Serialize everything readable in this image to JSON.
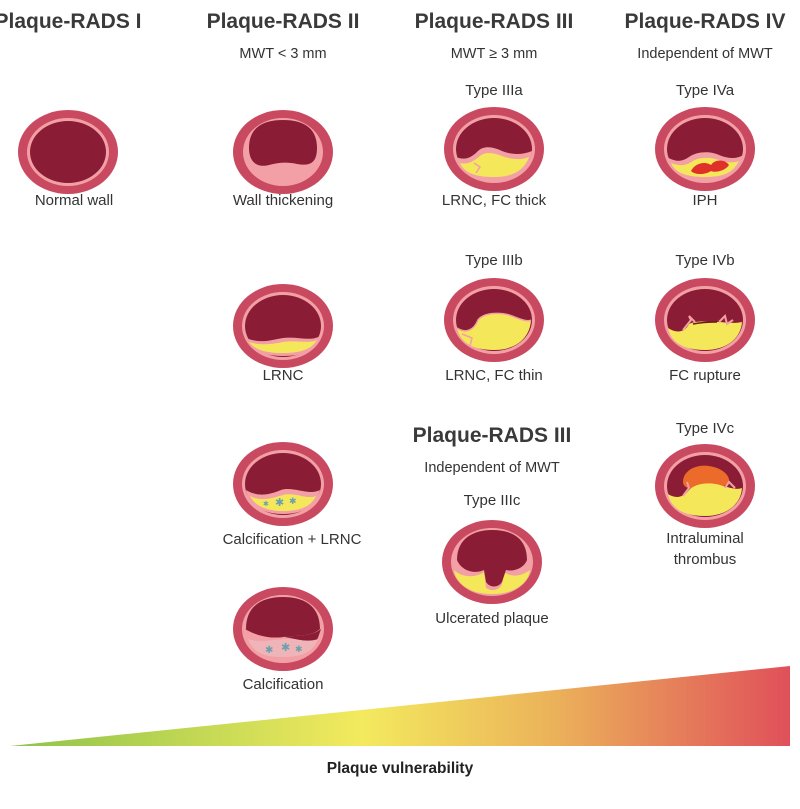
{
  "columns": [
    {
      "title": "Plaque-RADS I",
      "subtitle": ""
    },
    {
      "title": "Plaque-RADS II",
      "subtitle": "MWT < 3 mm"
    },
    {
      "title": "Plaque-RADS III",
      "subtitle": "MWT ≥ 3 mm"
    },
    {
      "title": "Plaque-RADS IV",
      "subtitle": "Independent of MWT"
    }
  ],
  "sub_section": {
    "title": "Plaque-RADS III",
    "subtitle": "Independent of MWT"
  },
  "items": {
    "normal_wall": {
      "type": "",
      "caption": "Normal wall"
    },
    "wall_thickening": {
      "type": "",
      "caption": "Wall thickening"
    },
    "lrnc": {
      "type": "",
      "caption": "LRNC"
    },
    "calc_lrnc": {
      "type": "",
      "caption": "Calcification + LRNC"
    },
    "calcification": {
      "type": "",
      "caption": "Calcification"
    },
    "type_3a": {
      "type": "Type IIIa",
      "caption": "LRNC, FC thick"
    },
    "type_3b": {
      "type": "Type IIIb",
      "caption": "LRNC, FC thin"
    },
    "type_3c": {
      "type": "Type IIIc",
      "caption": "Ulcerated plaque"
    },
    "type_4a": {
      "type": "Type IVa",
      "caption": "IPH"
    },
    "type_4b": {
      "type": "Type IVb",
      "caption": "FC rupture"
    },
    "type_4c": {
      "type": "Type IVc",
      "caption_line1": "Intraluminal",
      "caption_line2": "thrombus"
    }
  },
  "vulnerability_scale": {
    "label": "Plaque vulnerability",
    "colors": [
      "#8cc34a",
      "#f3ea5e",
      "#ebb15a",
      "#e0505a"
    ]
  },
  "colors": {
    "outer_wall": "#c94a60",
    "inner_ring": "#f2a0a6",
    "lumen": "#8a1c35",
    "lipid": "#f4e85a",
    "hemorrhage": "#e0302a",
    "thrombus": "#ec6a2a",
    "calcium": "#6aa0b0"
  }
}
